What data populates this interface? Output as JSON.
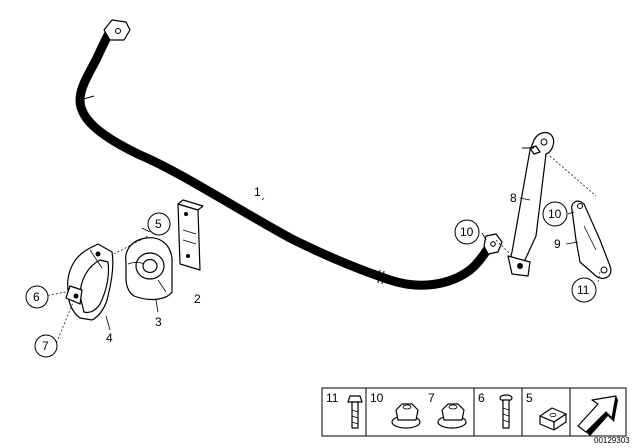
{
  "callouts": {
    "c1": "1",
    "c2": "2",
    "c3": "3",
    "c4": "4",
    "c5": "5",
    "c6": "6",
    "c7": "7",
    "c8": "8",
    "c9": "9",
    "c10a": "10",
    "c10b": "10",
    "c11": "11"
  },
  "legend": {
    "items": [
      "11",
      "10",
      "7",
      "6",
      "5"
    ]
  },
  "doc_number": "00129303"
}
